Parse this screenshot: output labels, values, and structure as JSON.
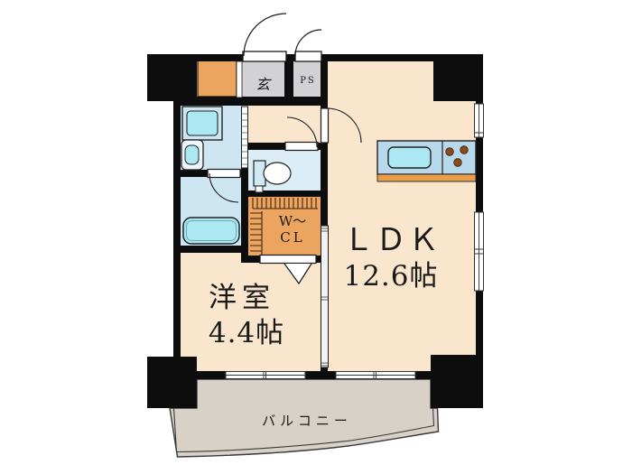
{
  "plan": {
    "type": "apartment-floor-plan",
    "rooms": {
      "ldk": {
        "label": "ＬＤＫ",
        "size": "12.6帖"
      },
      "western_room": {
        "label": "洋室",
        "size": "4.4帖"
      },
      "walk_in_closet": {
        "line1": "W〜",
        "line2": "CL"
      },
      "genkan": {
        "label": "玄"
      },
      "pipe_space": {
        "label": "PS"
      },
      "balcony": {
        "label": "バルコニー"
      }
    },
    "colors": {
      "wall": "#0d0d0d",
      "floor_peach": "#fae5cd",
      "floor_wet_blue": "#cee5f2",
      "floor_toilet": "#ddedf7",
      "fixture_cyan": "#ace8f2",
      "closet_orange": "#eca55e",
      "counter_blue": "#b8d8ec",
      "counter_orange": "#e99f4a",
      "genkan_gray": "#d2d2d4",
      "balcony_gray": "#d8d1c7",
      "burner_brown": "#8a4a1a"
    }
  }
}
